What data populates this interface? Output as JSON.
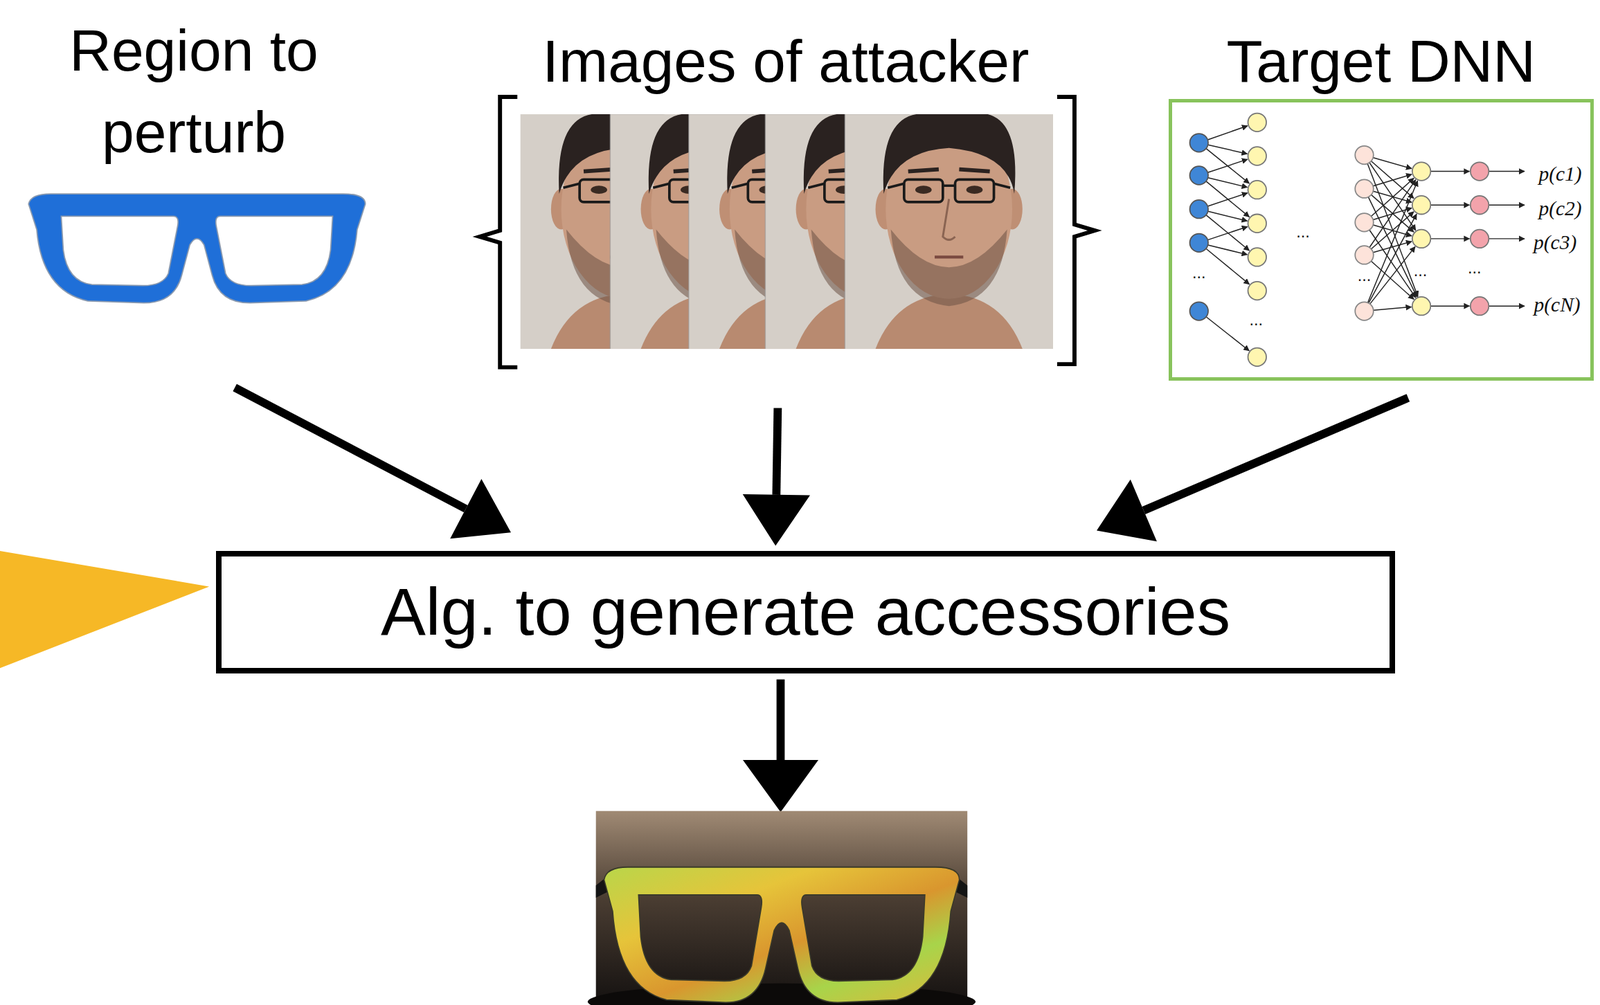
{
  "diagram": {
    "nodes": [
      {
        "text": [
          "Region to perturb"
        ]
      },
      {
        "text": [
          "Images of attacker"
        ]
      },
      {
        "text": [
          "Target DNN"
        ]
      },
      {
        "text": [
          "Alg. to generate accessories"
        ]
      }
    ],
    "edges": [
      {
        "from": 0,
        "to": 3,
        "arrow": "to"
      },
      {
        "from": 1,
        "to": 3,
        "arrow": "to"
      },
      {
        "from": 2,
        "to": 3,
        "arrow": "to"
      }
    ],
    "labels": [
      "p(c1)",
      "p(c2)",
      "p(c3)",
      "p(cN)",
      "...",
      "...",
      "...",
      "...",
      "...",
      "..."
    ]
  }
}
